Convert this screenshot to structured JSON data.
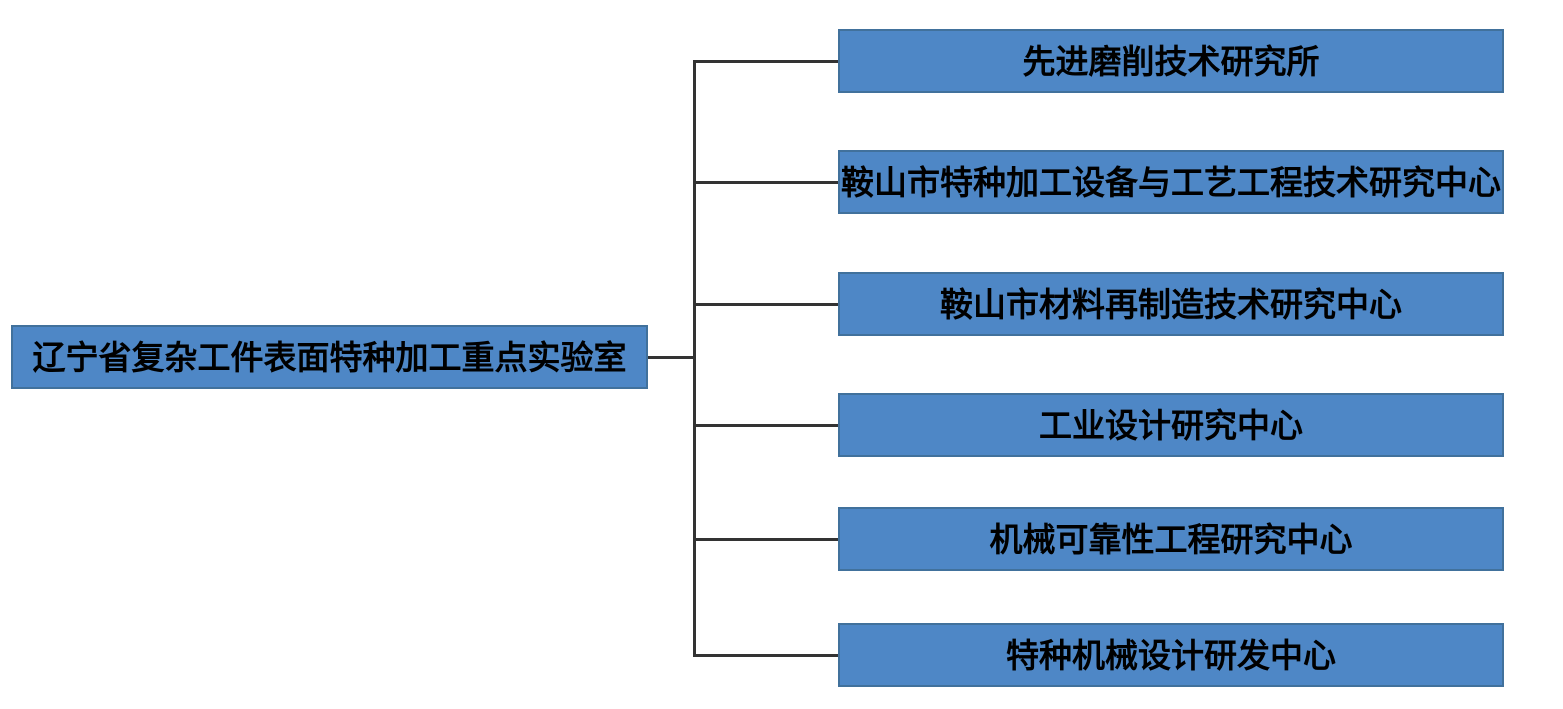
{
  "chart": {
    "type": "org-tree",
    "root": {
      "label": "辽宁省复杂工件表面特种加工重点实验室"
    },
    "children": [
      {
        "label": "先进磨削技术研究所"
      },
      {
        "label": "鞍山市特种加工设备与工艺工程技术研究中心"
      },
      {
        "label": "鞍山市材料再制造技术研究中心"
      },
      {
        "label": "工业设计研究中心"
      },
      {
        "label": "机械可靠性工程研究中心"
      },
      {
        "label": "特种机械设计研发中心"
      }
    ],
    "colors": {
      "box_fill": "#4E87C6",
      "box_border": "#41719C",
      "connector": "#333333",
      "text": "#000000",
      "background": "#FFFFFF"
    }
  }
}
